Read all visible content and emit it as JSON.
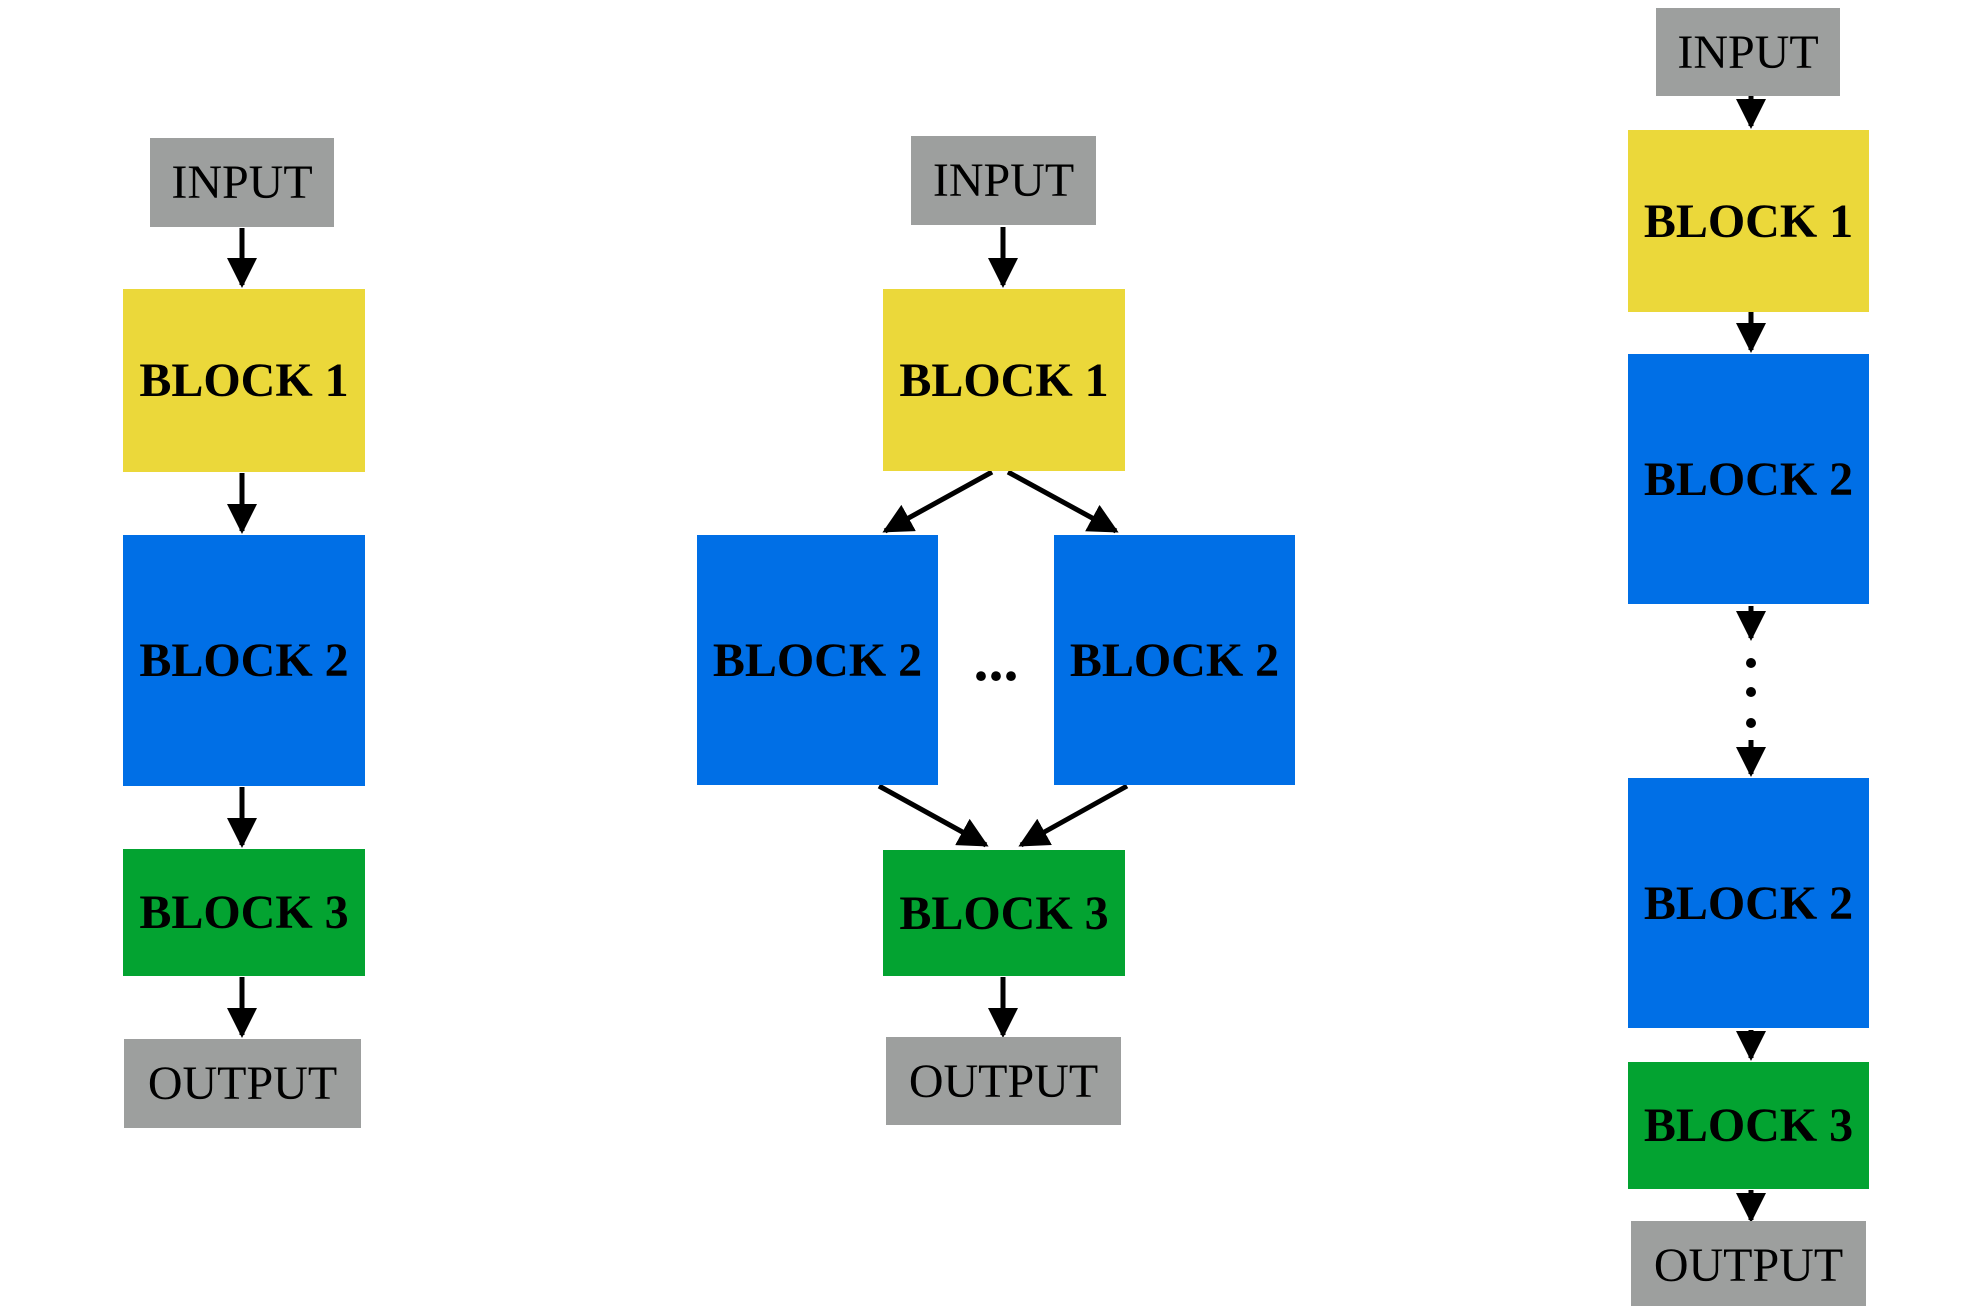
{
  "colors": {
    "io": "#9d9f9e",
    "block1": "#ebd83a",
    "block2": "#006fe6",
    "block3": "#03a331",
    "arrow": "#000000"
  },
  "diagram_left": {
    "input": "INPUT",
    "block1": "BLOCK 1",
    "block2": "BLOCK 2",
    "block3": "BLOCK 3",
    "output": "OUTPUT"
  },
  "diagram_middle": {
    "input": "INPUT",
    "block1": "BLOCK 1",
    "block2_left": "BLOCK 2",
    "ellipsis": "...",
    "block2_right": "BLOCK 2",
    "block3": "BLOCK 3",
    "output": "OUTPUT"
  },
  "diagram_right": {
    "input": "INPUT",
    "block1": "BLOCK 1",
    "block2_top": "BLOCK 2",
    "block2_bottom": "BLOCK 2",
    "block3": "BLOCK 3",
    "output": "OUTPUT"
  }
}
